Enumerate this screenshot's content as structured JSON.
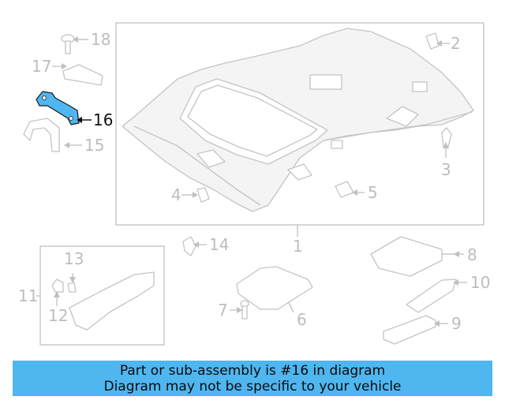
{
  "diagram": {
    "highlight_color": "#4fb6f0",
    "highlighted_part": "16",
    "callouts": {
      "c1": "1",
      "c2": "2",
      "c3": "3",
      "c4": "4",
      "c5": "5",
      "c6": "6",
      "c7": "7",
      "c8": "8",
      "c9": "9",
      "c10": "10",
      "c11": "11",
      "c12": "12",
      "c13": "13",
      "c14": "14",
      "c15": "15",
      "c16": "16",
      "c17": "17",
      "c18": "18"
    }
  },
  "banner": {
    "line1": "Part or sub-assembly is #16 in diagram",
    "line2": "Diagram may not be specific to your vehicle",
    "background": "#4fb6f0"
  }
}
